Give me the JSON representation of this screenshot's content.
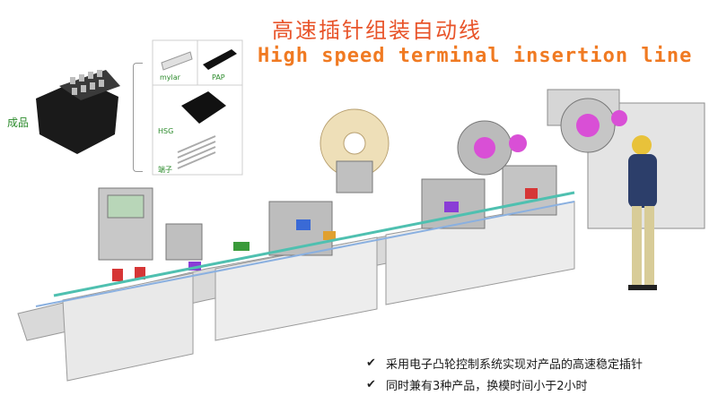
{
  "title_cn": "高速插针组装自动线",
  "title_en": "High speed terminal insertion line",
  "product_label": "成品",
  "parts": [
    {
      "label": "mylar"
    },
    {
      "label": "PAP"
    },
    {
      "label": "HSG"
    },
    {
      "label": "端子"
    }
  ],
  "features": [
    {
      "icon": "check-icon",
      "text": "采用电子凸轮控制系统实现对产品的高速稳定插针"
    },
    {
      "icon": "check-icon",
      "text": "同时兼有3种产品，换模时间小于2小时"
    }
  ],
  "colors": {
    "title_cn": "#e8542a",
    "title_en": "#f07a22",
    "part_label": "#2a8a2a",
    "machine_base": "#e6e6e6",
    "reel_magenta": "#d94fd6"
  }
}
